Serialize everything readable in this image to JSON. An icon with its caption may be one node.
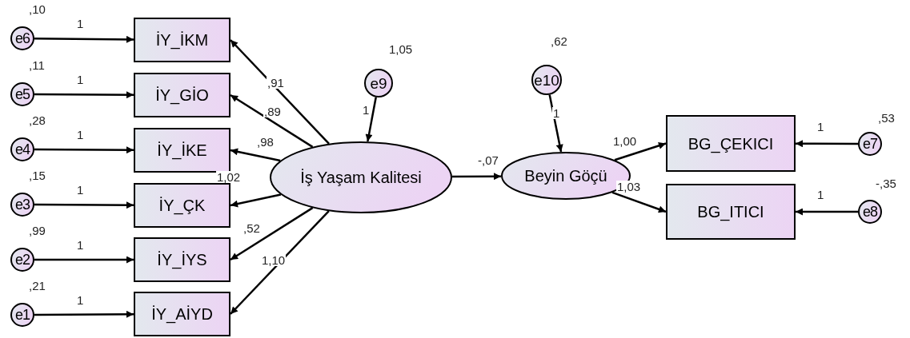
{
  "diagram": {
    "nodes": [
      {
        "text": [
          "e6"
        ],
        "beside": [
          ",10"
        ]
      },
      {
        "text": [
          "İY_İKM"
        ]
      },
      {
        "text": [
          "e5"
        ],
        "beside": [
          ",11"
        ]
      },
      {
        "text": [
          "İY_GİO"
        ]
      },
      {
        "text": [
          "e4"
        ],
        "beside": [
          ",28"
        ]
      },
      {
        "text": [
          "İY_İKE"
        ]
      },
      {
        "text": [
          "e3"
        ],
        "beside": [
          ",15"
        ]
      },
      {
        "text": [
          "İY_ÇK"
        ]
      },
      {
        "text": [
          "e2"
        ],
        "beside": [
          ",99"
        ]
      },
      {
        "text": [
          "İY_İYS"
        ]
      },
      {
        "text": [
          "e1"
        ],
        "beside": [
          ",21"
        ]
      },
      {
        "text": [
          "İY_AİYD"
        ]
      },
      {
        "text": [
          "e9"
        ],
        "beside": [
          "1,05"
        ]
      },
      {
        "text": [
          "İş Yaşam Kalitesi"
        ]
      },
      {
        "text": [
          "e10"
        ],
        "beside": [
          ",62"
        ]
      },
      {
        "text": [
          "Beyin Göçü"
        ]
      },
      {
        "text": [
          "BG_ÇEKICI"
        ]
      },
      {
        "text": [
          "e7"
        ],
        "beside": [
          ",53"
        ]
      },
      {
        "text": [
          "BG_ITICI"
        ]
      },
      {
        "text": [
          "e8"
        ],
        "beside": [
          "-,35"
        ]
      }
    ],
    "edges": [
      {
        "from": 0,
        "to": 1,
        "arrow": "to",
        "label": "1"
      },
      {
        "from": 2,
        "to": 3,
        "arrow": "to",
        "label": "1"
      },
      {
        "from": 4,
        "to": 5,
        "arrow": "to",
        "label": "1"
      },
      {
        "from": 6,
        "to": 7,
        "arrow": "to",
        "label": "1"
      },
      {
        "from": 8,
        "to": 9,
        "arrow": "to",
        "label": "1"
      },
      {
        "from": 10,
        "to": 11,
        "arrow": "to",
        "label": "1"
      },
      {
        "from": 13,
        "to": 1,
        "arrow": "to",
        "label": ",91"
      },
      {
        "from": 13,
        "to": 3,
        "arrow": "to",
        "label": ",89"
      },
      {
        "from": 13,
        "to": 5,
        "arrow": "to",
        "label": ",98"
      },
      {
        "from": 13,
        "to": 7,
        "arrow": "to",
        "label": "1,02"
      },
      {
        "from": 13,
        "to": 9,
        "arrow": "to",
        "label": ",52"
      },
      {
        "from": 13,
        "to": 11,
        "arrow": "to",
        "label": "1,10"
      },
      {
        "from": 12,
        "to": 13,
        "arrow": "to",
        "label": "1"
      },
      {
        "from": 13,
        "to": 15,
        "arrow": "to",
        "label": "-,07"
      },
      {
        "from": 14,
        "to": 15,
        "arrow": "to",
        "label": "1"
      },
      {
        "from": 15,
        "to": 16,
        "arrow": "to",
        "label": "1,00"
      },
      {
        "from": 15,
        "to": 18,
        "arrow": "to",
        "label": "1,03"
      },
      {
        "from": 17,
        "to": 16,
        "arrow": "to",
        "label": "1"
      },
      {
        "from": 19,
        "to": 18,
        "arrow": "to",
        "label": "1"
      }
    ]
  }
}
